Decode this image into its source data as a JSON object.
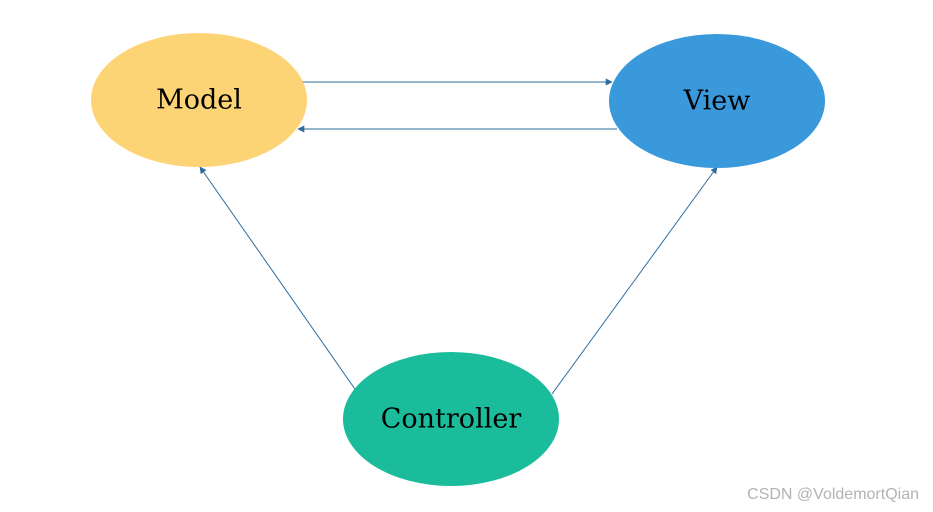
{
  "nodes": {
    "model": {
      "label": "Model",
      "color": "#FDD475"
    },
    "view": {
      "label": "View",
      "color": "#3A99DB"
    },
    "controller": {
      "label": "Controller",
      "color": "#1BBC9B"
    }
  },
  "edges": [
    {
      "from": "model",
      "to": "view"
    },
    {
      "from": "view",
      "to": "model"
    },
    {
      "from": "controller",
      "to": "model"
    },
    {
      "from": "controller",
      "to": "view"
    }
  ],
  "edge_color": "#2E6C9E",
  "watermark": "CSDN @VoldemortQian"
}
